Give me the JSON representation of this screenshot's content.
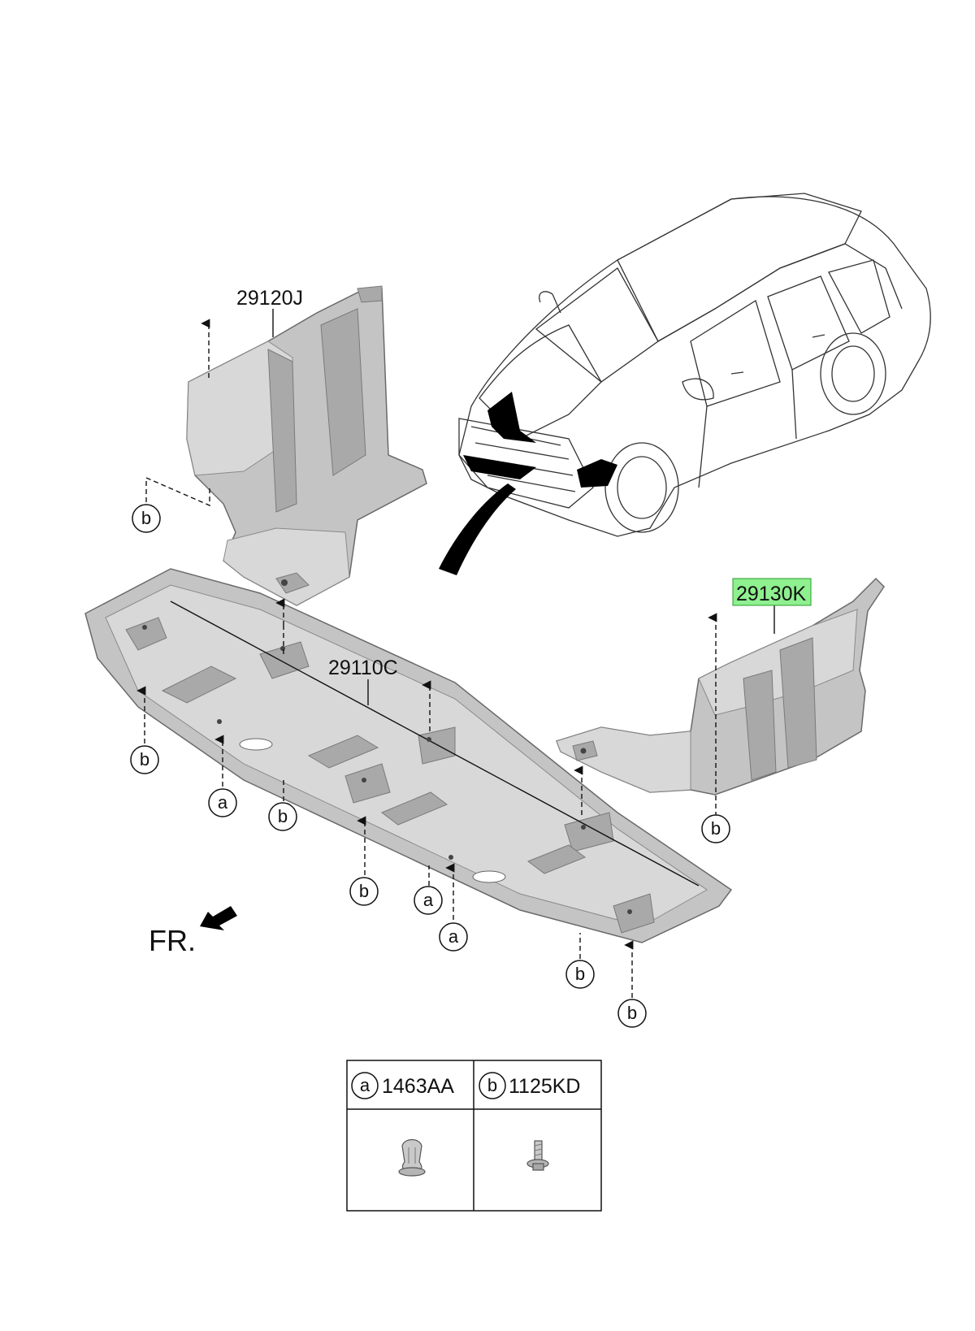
{
  "parts": {
    "upper_left_cover": "29120J",
    "main_under_cover": "29110C",
    "right_side_cover": "29130K"
  },
  "callouts": {
    "a": "a",
    "b": "b"
  },
  "front_marker": "FR.",
  "legend": [
    {
      "letter": "a",
      "code": "1463AA"
    },
    {
      "letter": "b",
      "code": "1125KD"
    }
  ],
  "colors": {
    "part_fill": "#c4c4c4",
    "highlight": "#8ef08e"
  }
}
